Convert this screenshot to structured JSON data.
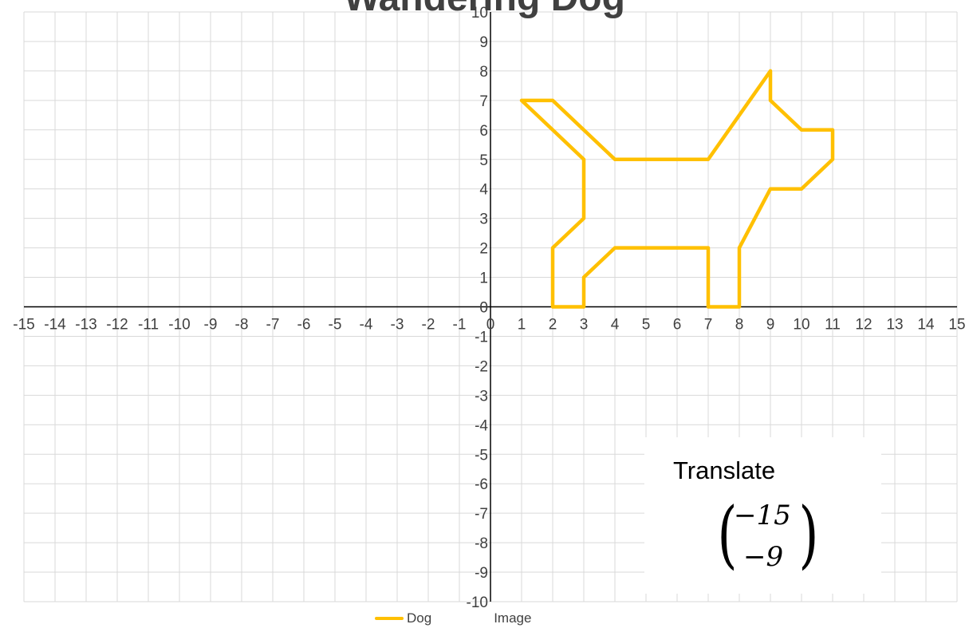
{
  "chart_data": {
    "type": "line",
    "title": "Wandering Dog",
    "xlim": [
      -15,
      15
    ],
    "ylim": [
      -10,
      10
    ],
    "grid": true,
    "x_ticks": [
      -15,
      -14,
      -13,
      -12,
      -11,
      -10,
      -9,
      -8,
      -7,
      -6,
      -5,
      -4,
      -3,
      -2,
      -1,
      0,
      1,
      2,
      3,
      4,
      5,
      6,
      7,
      8,
      9,
      10,
      11,
      12,
      13,
      14,
      15
    ],
    "y_ticks": [
      -10,
      -9,
      -8,
      -7,
      -6,
      -5,
      -4,
      -3,
      -2,
      -1,
      0,
      1,
      2,
      3,
      4,
      5,
      6,
      7,
      8,
      9,
      10
    ],
    "legend_position": "bottom",
    "series": [
      {
        "name": "Dog",
        "color": "#FFC000",
        "x": [
          2,
          3,
          3,
          4,
          7,
          7,
          8,
          8,
          9,
          10,
          11,
          11,
          10,
          9,
          9,
          8,
          7,
          4,
          2,
          1,
          2,
          3,
          3,
          2,
          2
        ],
        "y": [
          0,
          0,
          1,
          2,
          2,
          0,
          0,
          2,
          4,
          4,
          5,
          6,
          6,
          7,
          8,
          6.5,
          5,
          5,
          7,
          7,
          6,
          5,
          3,
          2,
          0
        ]
      },
      {
        "name": "Image",
        "color": "#4472C4",
        "x": [],
        "y": []
      }
    ],
    "annotation": {
      "label": "Translate",
      "vector_top": "−15",
      "vector_bottom": "−9"
    }
  }
}
